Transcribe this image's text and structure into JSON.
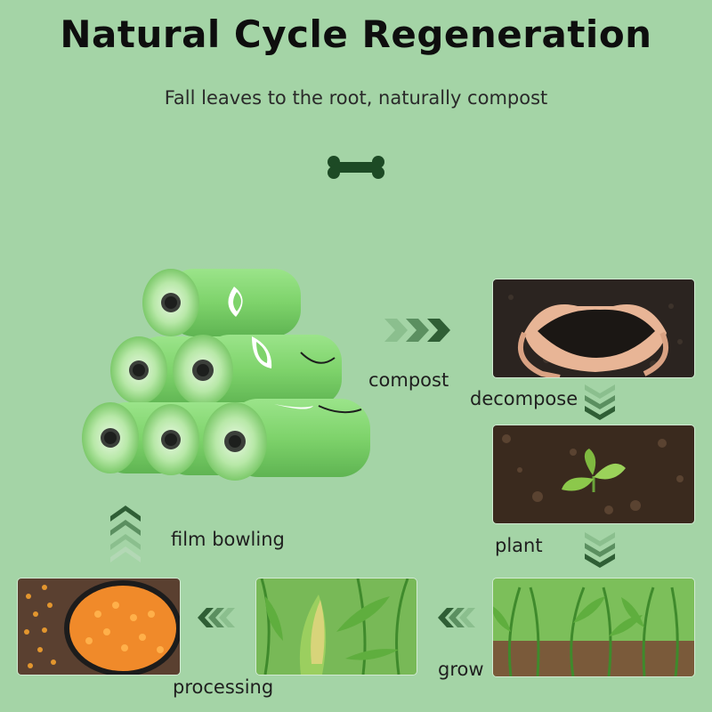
{
  "title": "Natural Cycle Regeneration",
  "subtitle": "Fall leaves to the root, naturally compost",
  "colors": {
    "background": "#a4d4a6",
    "arrow_dark": "#2f5e35",
    "bag_green": "#7fd36a",
    "bone": "#1d4a25"
  },
  "icons": {
    "divider": "bone-icon",
    "arrows": "chevron-arrow-icon"
  },
  "steps": {
    "compost": "compost",
    "decompose": "decompose",
    "plant": "plant",
    "grow": "grow",
    "processing": "processing",
    "film_bowling": "film bowling"
  }
}
